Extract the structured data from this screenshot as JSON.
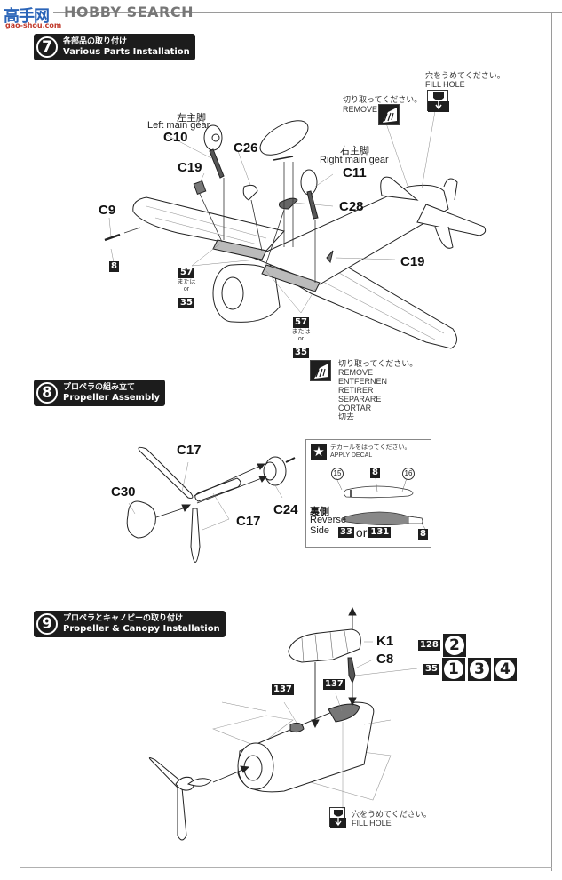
{
  "watermark": {
    "logo_text": "高手网",
    "brand_text": "HOBBY SEARCH",
    "url_text": "gao-shou.com"
  },
  "steps": [
    {
      "number": "7",
      "title_jp": "各部品の取り付け",
      "title_en": "Various Parts Installation",
      "parts": [
        "C10",
        "C26",
        "C19",
        "C9",
        "C11",
        "C28",
        "C19"
      ],
      "labels": {
        "left_gear_jp": "左主脚",
        "left_gear_en": "Left main gear",
        "right_gear_jp": "右主脚",
        "right_gear_en": "Right main gear"
      },
      "decals": {
        "c9_decal": "8",
        "left_group": {
          "primary": "57",
          "or_jp": "または",
          "or_en": "or",
          "alt": "35"
        },
        "right_group": {
          "primary": "57",
          "or_jp": "または",
          "or_en": "or",
          "alt": "35"
        }
      },
      "callouts": {
        "remove_jp": "切り取ってください。",
        "remove_en": "REMOVE",
        "fill_jp": "穴をうめてください。",
        "fill_en": "FILL HOLE"
      },
      "legend_remove": {
        "jp": "切り取ってください。",
        "lines": [
          "REMOVE",
          "ENTFERNEN",
          "RETIRER",
          "SEPARARE",
          "CORTAR",
          "切去"
        ]
      }
    },
    {
      "number": "8",
      "title_jp": "プロペラの組み立て",
      "title_en": "Propeller Assembly",
      "parts": [
        "C17",
        "C30",
        "C17",
        "C24"
      ],
      "decal_panel": {
        "icon": "star-icon",
        "title_jp": "デカールをはってください。",
        "title_en": "APPLY DECAL",
        "markers": [
          "15",
          "8",
          "16"
        ],
        "reverse_jp": "裏側",
        "reverse_en_1": "Reverse",
        "reverse_en_2": "Side",
        "reverse_decal_a": "33",
        "reverse_or": "or",
        "reverse_decal_b": "131",
        "tip_decal": "8"
      }
    },
    {
      "number": "9",
      "title_jp": "プロペラとキャノピーの取り付け",
      "title_en": "Propeller & Canopy Installation",
      "parts": [
        "K1",
        "C8"
      ],
      "decals": {
        "row1_small": "128",
        "row1_big": [
          "2"
        ],
        "row2_small": "35",
        "row2_big": [
          "1",
          "3",
          "4"
        ],
        "fuselage_left": "137",
        "fuselage_right": "137"
      },
      "callouts": {
        "fill_jp": "穴をうめてください。",
        "fill_en": "FILL HOLE"
      }
    }
  ]
}
